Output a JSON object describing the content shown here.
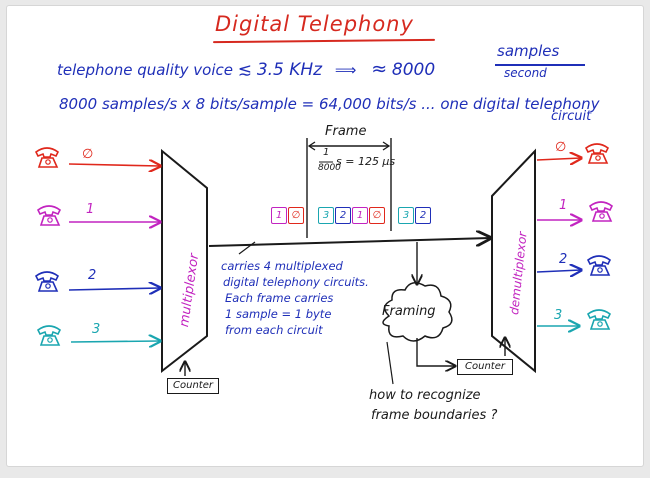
{
  "title": "Digital Telephony",
  "line1": {
    "text": "telephone quality voice",
    "leq": "≲",
    "bandwidth": "3.5 KHz",
    "arrow": "⟹",
    "approx": "≈",
    "samples_value": "8000",
    "unit_top": "samples",
    "unit_bottom": "second"
  },
  "line2": {
    "text": "8000 samples/s  x  8 bits/sample  =  64,000 bits/s ... one digital telephony",
    "continuation": "circuit"
  },
  "frame": {
    "label": "Frame",
    "duration_num": "1",
    "duration_den": "8000",
    "duration_rest": "s = 125 μs",
    "slots_left": [
      "1",
      "∅"
    ],
    "slots_mid": [
      "3",
      "2",
      "1",
      "∅"
    ],
    "slots_right": [
      "3",
      "2"
    ]
  },
  "inputs": [
    "∅",
    "1",
    "2",
    "3"
  ],
  "outputs": [
    "∅",
    "1",
    "2",
    "3"
  ],
  "multiplexor_label": "multiplexor",
  "demultiplexor_label": "demultiplexor",
  "counter_left": "Counter",
  "counter_right": "Counter",
  "framing_label": "Framing",
  "note_lines": [
    "carries 4 multiplexed",
    "digital telephony circuits.",
    "Each frame carries",
    "1 sample = 1 byte",
    "from each circuit"
  ],
  "question_lines": [
    "how to recognize",
    "frame boundaries ?"
  ],
  "colors": {
    "ch0": "#e0281c",
    "ch1": "#c224c0",
    "ch2": "#1f2fb8",
    "ch3": "#1aa6b0",
    "ink": "#1a1a1a",
    "blue": "#1f2fb8",
    "red": "#d6291f"
  },
  "icons": [
    "telephone-icon"
  ]
}
